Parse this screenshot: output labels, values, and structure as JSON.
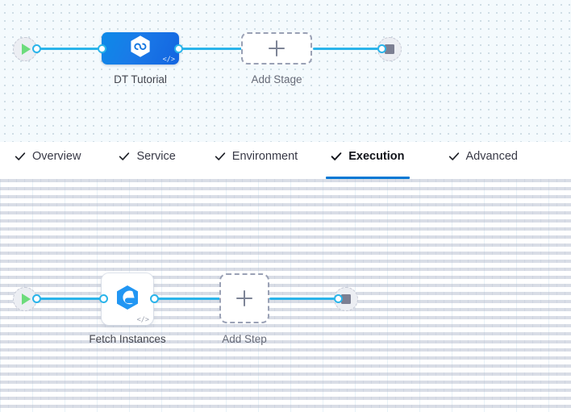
{
  "colors": {
    "accent_blue": "#0078d4",
    "wire_blue": "#2ab4ea",
    "stage_node_blue": "#1677e0",
    "play_green": "#6ddc7c",
    "stop_gray": "#7c7f92",
    "canvas_stage_bg": "#f4fafd",
    "canvas_step_bg": "#ffffff",
    "dashed_border": "#9aa1b5"
  },
  "stage_canvas": {
    "name": "pipeline-stage-canvas",
    "start_node": {
      "icon": "play-icon",
      "title": "Start"
    },
    "end_node": {
      "icon": "stop-icon",
      "title": "End"
    },
    "stage_node": {
      "label": "DT Tutorial",
      "icon": "dynatrace-hexagon-icon",
      "code_badge": "</>"
    },
    "add_stage": {
      "label": "Add Stage",
      "icon": "plus-icon"
    }
  },
  "tabs": {
    "name": "stage-config-tabs",
    "items": [
      {
        "label": "Overview",
        "icon": "check-icon",
        "active": false
      },
      {
        "label": "Service",
        "icon": "check-icon",
        "active": false
      },
      {
        "label": "Environment",
        "icon": "check-icon",
        "active": false
      },
      {
        "label": "Execution",
        "icon": "check-icon",
        "active": true
      },
      {
        "label": "Advanced",
        "icon": "check-icon",
        "active": false
      }
    ]
  },
  "step_canvas": {
    "name": "execution-step-canvas",
    "start_node": {
      "icon": "play-icon",
      "title": "Start"
    },
    "end_node": {
      "icon": "stop-icon",
      "title": "End"
    },
    "step_node": {
      "label": "Fetch Instances",
      "icon": "dynatrace-hexagon-icon",
      "code_badge": "</>"
    },
    "add_step": {
      "label": "Add Step",
      "icon": "plus-icon"
    }
  }
}
